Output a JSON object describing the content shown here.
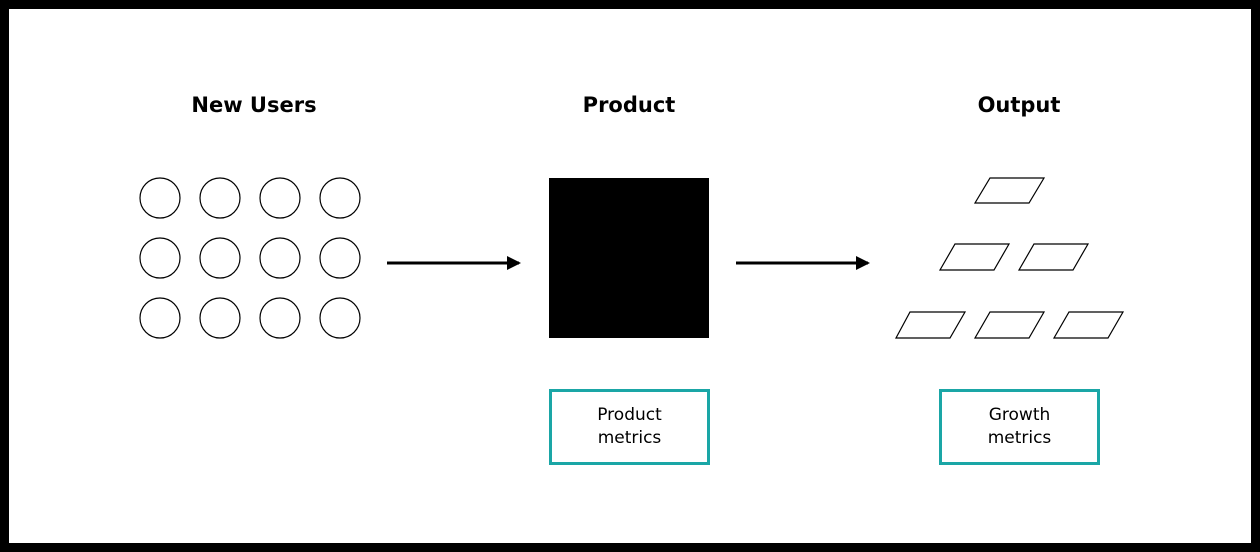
{
  "headings": {
    "users": "New Users",
    "product": "Product",
    "output": "Output"
  },
  "metrics": {
    "product": "Product metrics",
    "growth": "Growth metrics"
  },
  "colors": {
    "frame": "#000000",
    "background": "#ffffff",
    "accent": "#1aa6a6",
    "stroke": "#000000"
  },
  "groups": {
    "user_circles": 12,
    "output_parallelograms": 6
  }
}
